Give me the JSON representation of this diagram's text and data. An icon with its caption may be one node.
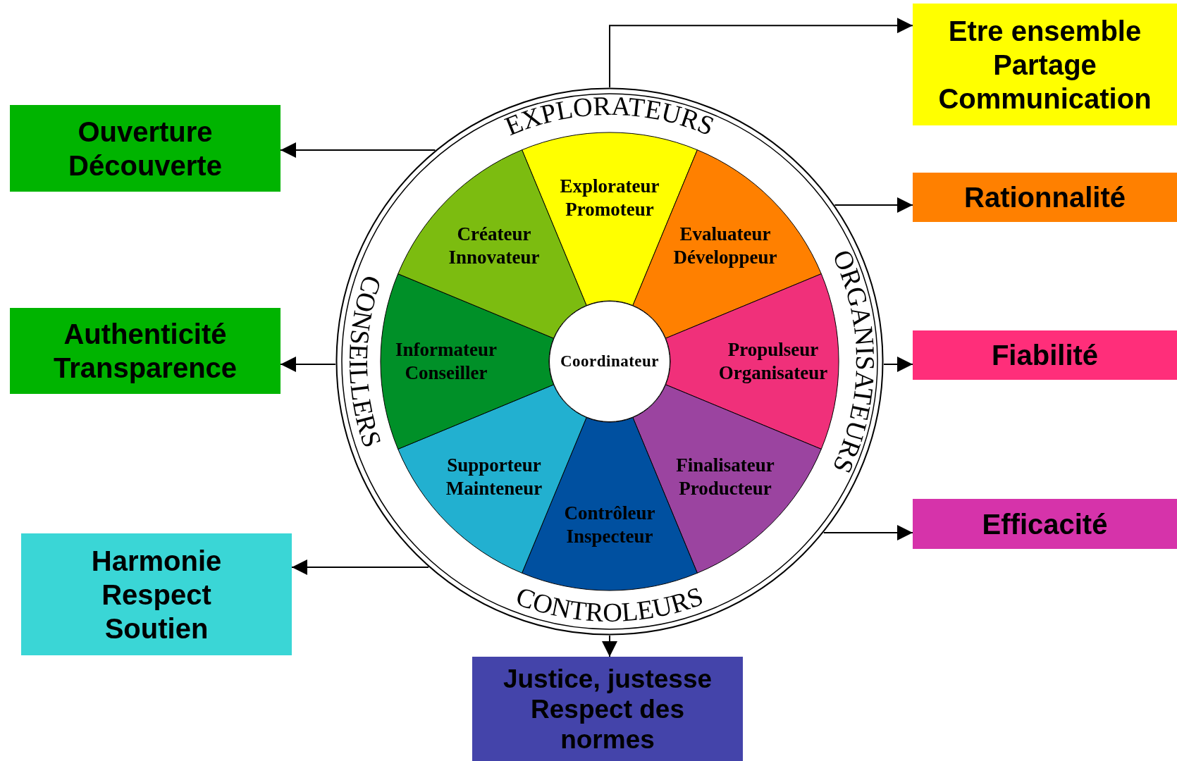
{
  "diagram": {
    "nodes": [
      {
        "text": [],
        "shape": "circle"
      },
      {
        "text": [
          "Explorateur",
          "Promoteur"
        ],
        "in": 0
      },
      {
        "text": [
          "Evaluateur",
          "Développeur"
        ],
        "in": 0
      },
      {
        "text": [
          "Propulseur",
          "Organisateur"
        ],
        "in": 0
      },
      {
        "text": [
          "Finalisateur",
          "Producteur"
        ],
        "in": 0
      },
      {
        "text": [
          "Contrôleur",
          "Inspecteur"
        ],
        "in": 0
      },
      {
        "text": [
          "Supporteur",
          "Mainteneur"
        ],
        "in": 0
      },
      {
        "text": [
          "Informateur",
          "Conseiller"
        ],
        "in": 0
      },
      {
        "text": [
          "Créateur",
          "Innovateur"
        ],
        "in": 0
      },
      {
        "text": [
          "Coordinateur"
        ],
        "in": 0
      },
      {
        "text": [
          "Etre ensemble",
          "Partage",
          "Communication"
        ]
      },
      {
        "text": [
          "Ouverture",
          "Découverte"
        ]
      },
      {
        "text": [
          "Rationnalité"
        ]
      },
      {
        "text": [
          "Authenticité",
          "Transparence"
        ]
      },
      {
        "text": [
          "Fiabilité"
        ]
      },
      {
        "text": [
          "Efficacité"
        ]
      },
      {
        "text": [
          "Harmonie",
          "Respect",
          "Soutien"
        ]
      },
      {
        "text": [
          "Justice, justesse",
          "Respect des normes"
        ]
      }
    ],
    "edges": [
      {
        "from": 0,
        "to": 10,
        "arrow": "to"
      },
      {
        "from": 0,
        "to": 11,
        "arrow": "to"
      },
      {
        "from": 0,
        "to": 12,
        "arrow": "to"
      },
      {
        "from": 0,
        "to": 13,
        "arrow": "to"
      },
      {
        "from": 0,
        "to": 14,
        "arrow": "to"
      },
      {
        "from": 0,
        "to": 15,
        "arrow": "to"
      },
      {
        "from": 0,
        "to": 16,
        "arrow": "to"
      },
      {
        "from": 0,
        "to": 17,
        "arrow": "to"
      }
    ],
    "labels": [
      "EXPLORATEURS",
      "ORGANISATEURS",
      "CONTROLEURS",
      "CONSEILLERS"
    ]
  }
}
